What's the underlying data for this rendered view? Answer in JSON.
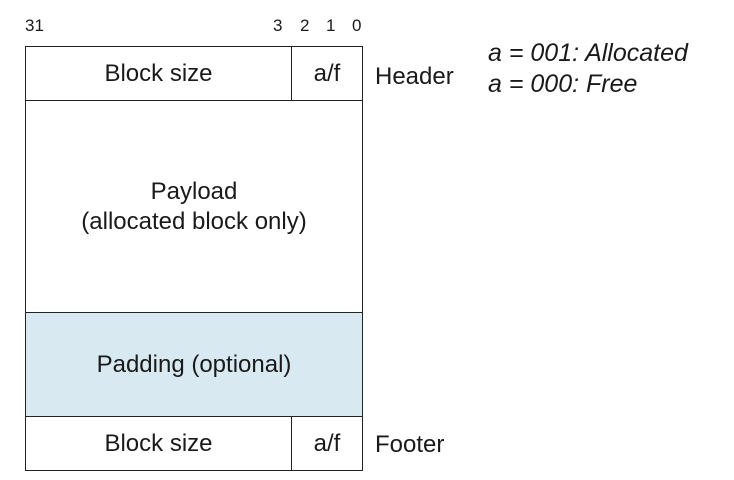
{
  "bit_labels": {
    "b31": "31",
    "b3": "3",
    "b2": "2",
    "b1": "1",
    "b0": "0"
  },
  "header": {
    "block_size": "Block size",
    "af": "a/f",
    "side_label": "Header"
  },
  "payload": {
    "line1": "Payload",
    "line2": "(allocated block only)"
  },
  "padding": {
    "label": "Padding (optional)",
    "fill_color": "#d9e9f1"
  },
  "footer": {
    "block_size": "Block size",
    "af": "a/f",
    "side_label": "Footer"
  },
  "legend": {
    "allocated": "a = 001: Allocated",
    "free": "a = 000: Free"
  }
}
